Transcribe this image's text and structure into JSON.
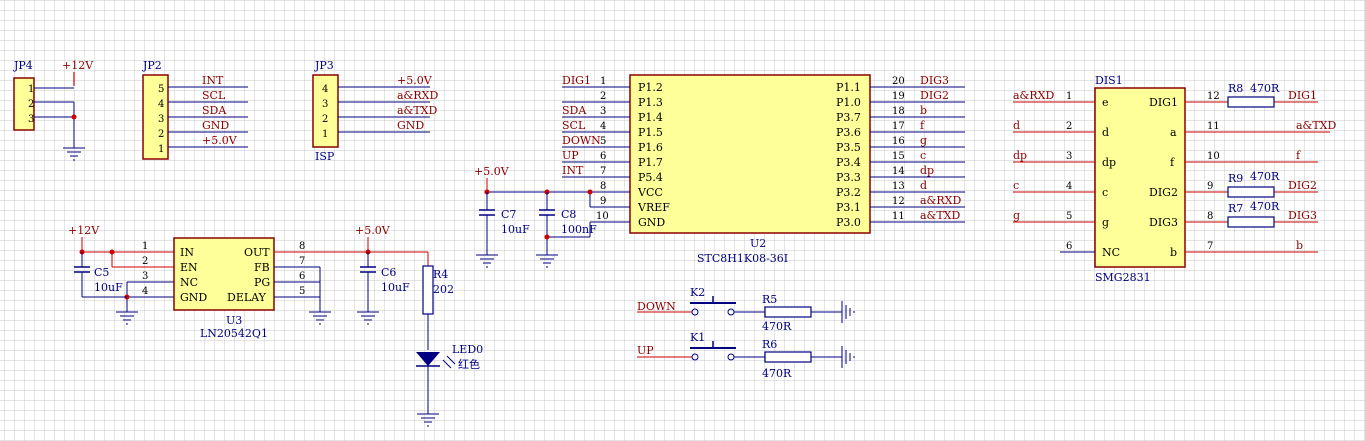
{
  "colors": {
    "background": "#ffffff",
    "grid": "#c8c8c8",
    "wire": "#000080",
    "red_wire": "#cc0000",
    "component_fill": "#ffff99",
    "component_border": "#8b0000",
    "ground": "#000080",
    "junction": "#cc0000"
  },
  "jp4": {
    "ref": "JP4",
    "power": "+12V",
    "pins": [
      "1",
      "2",
      "3"
    ]
  },
  "jp2": {
    "ref": "JP2",
    "pins": [
      {
        "num": "5",
        "net": "INT"
      },
      {
        "num": "4",
        "net": "SCL"
      },
      {
        "num": "3",
        "net": "SDA"
      },
      {
        "num": "2",
        "net": "GND"
      },
      {
        "num": "1",
        "net": "+5.0V"
      }
    ]
  },
  "jp3": {
    "ref": "JP3",
    "comment": "ISP",
    "pins": [
      {
        "num": "4",
        "net": "+5.0V"
      },
      {
        "num": "3",
        "net": "a&RXD"
      },
      {
        "num": "2",
        "net": "a&TXD"
      },
      {
        "num": "1",
        "net": "GND"
      }
    ]
  },
  "u2": {
    "ref": "U2",
    "part": "STC8H1K08-36I",
    "left_pins": [
      {
        "num": "1",
        "name": "P1.2",
        "net": "DIG1"
      },
      {
        "num": "2",
        "name": "P1.3",
        "net": ""
      },
      {
        "num": "3",
        "name": "P1.4",
        "net": "SDA"
      },
      {
        "num": "4",
        "name": "P1.5",
        "net": "SCL"
      },
      {
        "num": "5",
        "name": "P1.6",
        "net": "DOWN"
      },
      {
        "num": "6",
        "name": "P1.7",
        "net": "UP"
      },
      {
        "num": "7",
        "name": "P5.4",
        "net": "INT"
      },
      {
        "num": "8",
        "name": "VCC",
        "net": ""
      },
      {
        "num": "9",
        "name": "VREF",
        "net": ""
      },
      {
        "num": "10",
        "name": "GND",
        "net": ""
      }
    ],
    "right_pins": [
      {
        "num": "20",
        "name": "P1.1",
        "net": "DIG3"
      },
      {
        "num": "19",
        "name": "P1.0",
        "net": "DIG2"
      },
      {
        "num": "18",
        "name": "P3.7",
        "net": "b"
      },
      {
        "num": "17",
        "name": "P3.6",
        "net": "f"
      },
      {
        "num": "16",
        "name": "P3.5",
        "net": "g"
      },
      {
        "num": "15",
        "name": "P3.4",
        "net": "c"
      },
      {
        "num": "14",
        "name": "P3.3",
        "net": "dp"
      },
      {
        "num": "13",
        "name": "P3.2",
        "net": "d"
      },
      {
        "num": "12",
        "name": "P3.1",
        "net": "a&RXD"
      },
      {
        "num": "11",
        "name": "P3.0",
        "net": "a&TXD"
      }
    ]
  },
  "u2_decoupling": {
    "power": "+5.0V",
    "c7": {
      "ref": "C7",
      "value": "10uF"
    },
    "c8": {
      "ref": "C8",
      "value": "100nF"
    }
  },
  "dis1": {
    "ref": "DIS1",
    "part": "SMG2831",
    "left_pins": [
      {
        "num": "1",
        "name": "e",
        "net": "a&RXD"
      },
      {
        "num": "2",
        "name": "d",
        "net": "d"
      },
      {
        "num": "3",
        "name": "dp",
        "net": "dp"
      },
      {
        "num": "4",
        "name": "c",
        "net": "c"
      },
      {
        "num": "5",
        "name": "g",
        "net": "g"
      },
      {
        "num": "6",
        "name": "NC",
        "net": ""
      }
    ],
    "right_pins": [
      {
        "num": "12",
        "name": "DIG1",
        "net": "DIG1"
      },
      {
        "num": "11",
        "name": "a",
        "net": "a&TXD"
      },
      {
        "num": "10",
        "name": "f",
        "net": "f"
      },
      {
        "num": "9",
        "name": "DIG2",
        "net": "DIG2"
      },
      {
        "num": "8",
        "name": "DIG3",
        "net": "DIG3"
      },
      {
        "num": "7",
        "name": "b",
        "net": "b"
      }
    ]
  },
  "digit_resistors": [
    {
      "ref": "R8",
      "value": "470R"
    },
    {
      "ref": "R9",
      "value": "470R"
    },
    {
      "ref": "R7",
      "value": "470R"
    }
  ],
  "u3": {
    "ref": "U3",
    "part": "LN20542Q1",
    "input_power": "+12V",
    "output_power": "+5.0V",
    "left_pins": [
      {
        "num": "1",
        "name": "IN"
      },
      {
        "num": "2",
        "name": "EN"
      },
      {
        "num": "3",
        "name": "NC"
      },
      {
        "num": "4",
        "name": "GND"
      }
    ],
    "right_pins": [
      {
        "num": "8",
        "name": "OUT"
      },
      {
        "num": "7",
        "name": "FB"
      },
      {
        "num": "6",
        "name": "PG"
      },
      {
        "num": "5",
        "name": "DELAY"
      }
    ],
    "c5": {
      "ref": "C5",
      "value": "10uF"
    },
    "c6": {
      "ref": "C6",
      "value": "10uF"
    },
    "r4": {
      "ref": "R4",
      "value": "202"
    },
    "led": {
      "ref": "LED0",
      "value": "红色"
    }
  },
  "buttons": [
    {
      "ref": "K2",
      "net": "DOWN",
      "res_ref": "R5",
      "res_value": "470R"
    },
    {
      "ref": "K1",
      "net": "UP",
      "res_ref": "R6",
      "res_value": "470R"
    }
  ]
}
